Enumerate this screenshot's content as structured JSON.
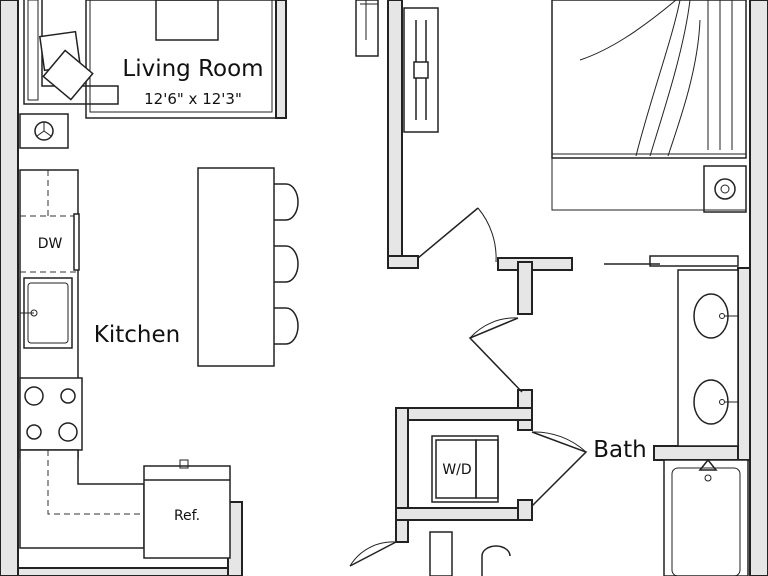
{
  "rooms": {
    "living_room": {
      "name": "Living Room",
      "dimensions": "12'6\" x 12'3\""
    },
    "kitchen": {
      "name": "Kitchen"
    },
    "bath": {
      "name": "Bath"
    }
  },
  "appliances": {
    "dishwasher": "DW",
    "washer_dryer": "W/D",
    "refrigerator": "Ref."
  },
  "colors": {
    "wall_fill": "#e6e6e6",
    "line": "#222222",
    "background": "#ffffff"
  }
}
